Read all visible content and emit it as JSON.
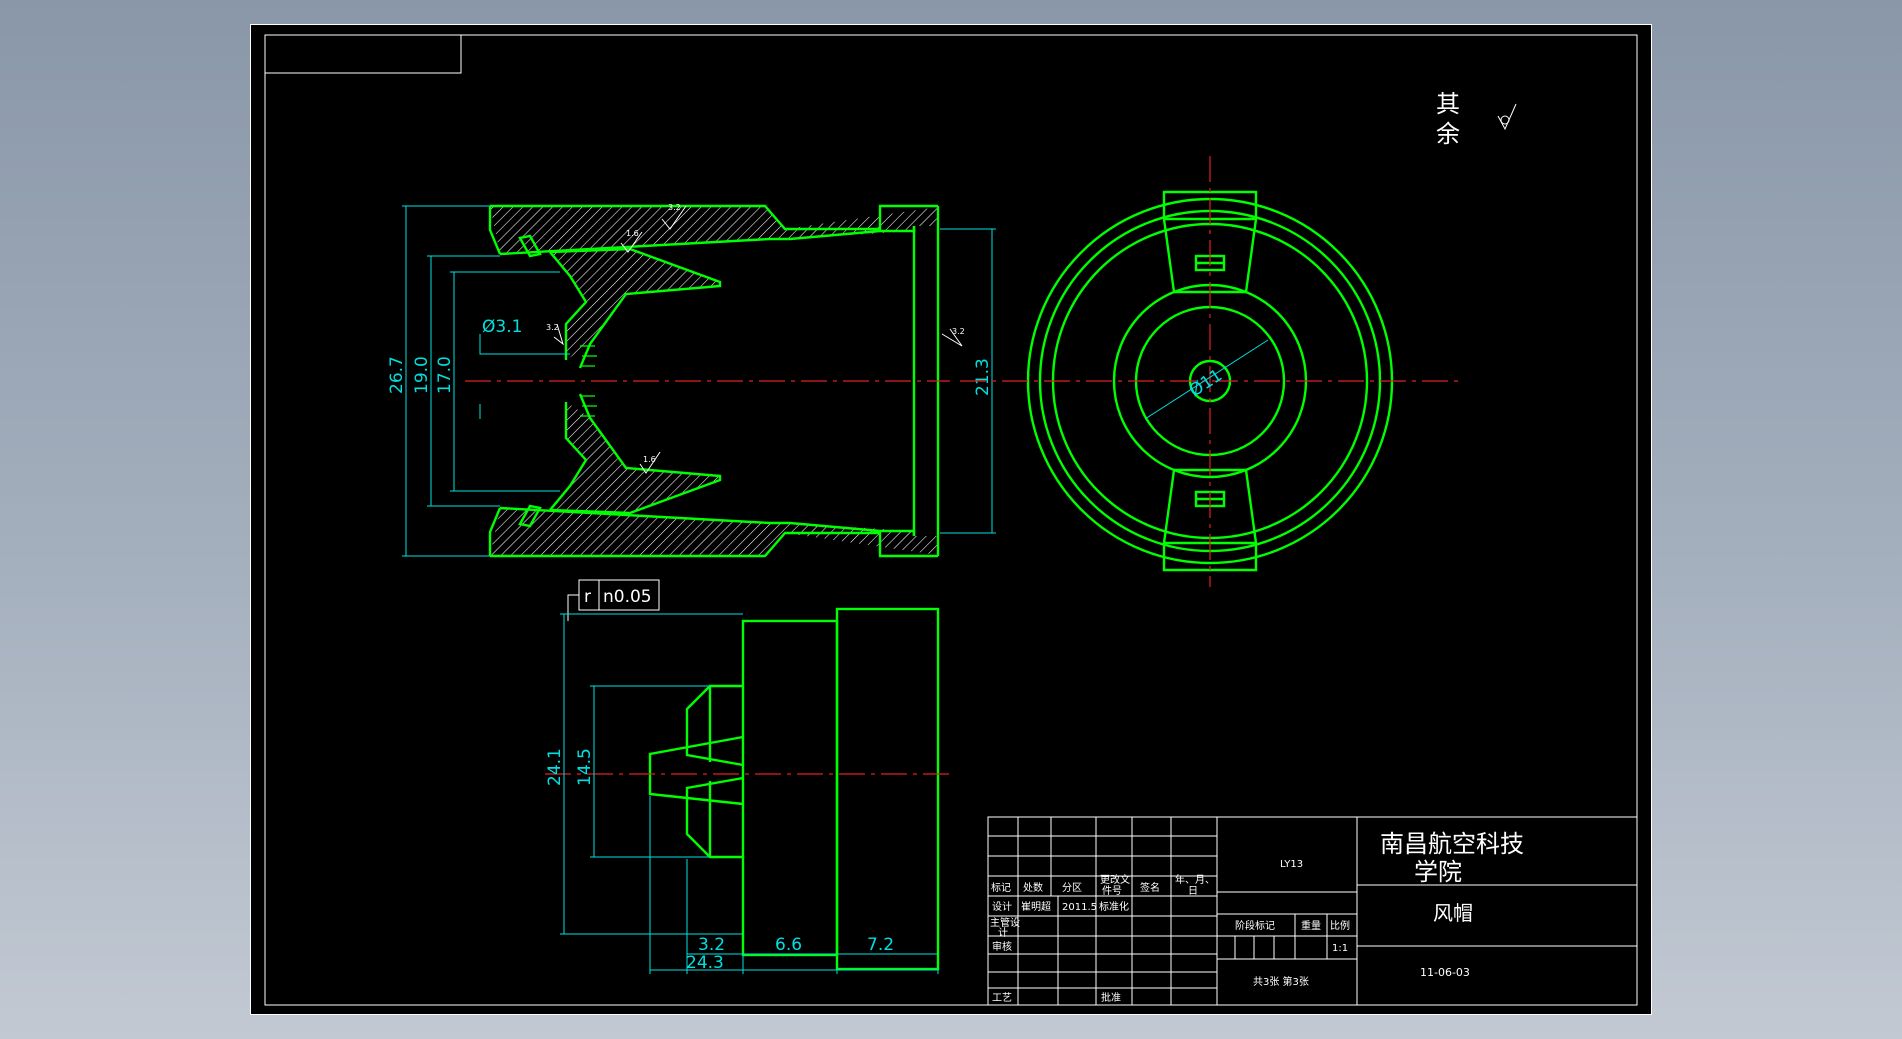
{
  "surface_note": {
    "line1": "其",
    "line2": "余"
  },
  "section_view": {
    "dims": {
      "d1": "26.7",
      "d2": "19.0",
      "d3": "17.0",
      "d4": "21.3",
      "phi": "Ø3.1"
    },
    "roughness": {
      "r1": "3.2",
      "r2": "1.6",
      "r3": "3.2",
      "r4": "1.6",
      "r5": "3.2"
    }
  },
  "end_view": {
    "dims": {
      "phi": "Ø11"
    }
  },
  "side_view": {
    "tolerance": {
      "symbol": "r",
      "value": "n0.05"
    },
    "dims": {
      "h1": "24.1",
      "h2": "14.5",
      "l1": "24.3",
      "l2": "3.2",
      "l3": "6.6",
      "l4": "7.2"
    }
  },
  "title_block": {
    "school": {
      "line1": "南昌航空科技",
      "line2": "学院"
    },
    "material": "LY13",
    "part_name": "风帽",
    "drawing_no": "11-06-03",
    "hdr": {
      "mark": "标记",
      "count": "处数",
      "zone": "分区",
      "doc_a": "更改文",
      "doc_b": "件号",
      "sign": "签名",
      "date_a": "年、月、",
      "date_b": "日"
    },
    "designer_label": "设计",
    "designer": "崔明超",
    "design_date": "2011.5",
    "standard": "标准化",
    "chief_a": "主管设",
    "chief_b": "计",
    "review": "审核",
    "process": "工艺",
    "approve": "批准",
    "stage_mark": "阶段标记",
    "weight": "重量",
    "scale_label": "比例",
    "scale": "1:1",
    "sheets": "共3张 第3张"
  }
}
